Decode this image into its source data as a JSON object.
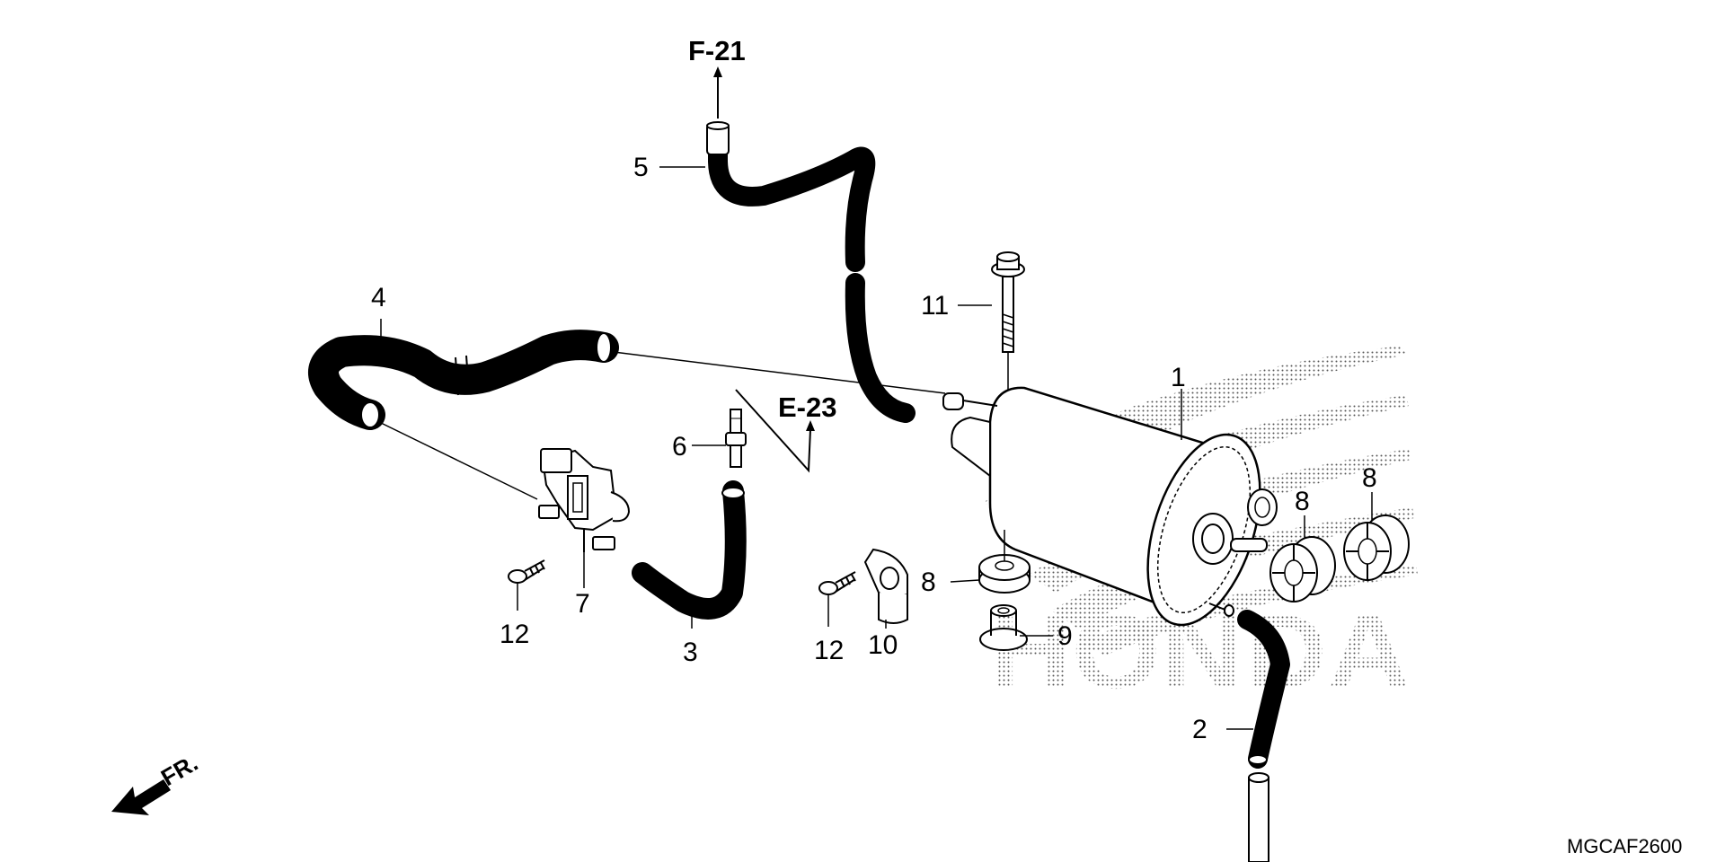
{
  "diagram": {
    "callouts": [
      "1",
      "2",
      "3",
      "4",
      "5",
      "6",
      "7",
      "8",
      "8",
      "8",
      "9",
      "10",
      "11",
      "12",
      "12"
    ],
    "refs": {
      "f21": "F-21",
      "e23": "E-23"
    },
    "front_label": "FR.",
    "code": "MGCAF2600",
    "watermark": "HONDA"
  }
}
